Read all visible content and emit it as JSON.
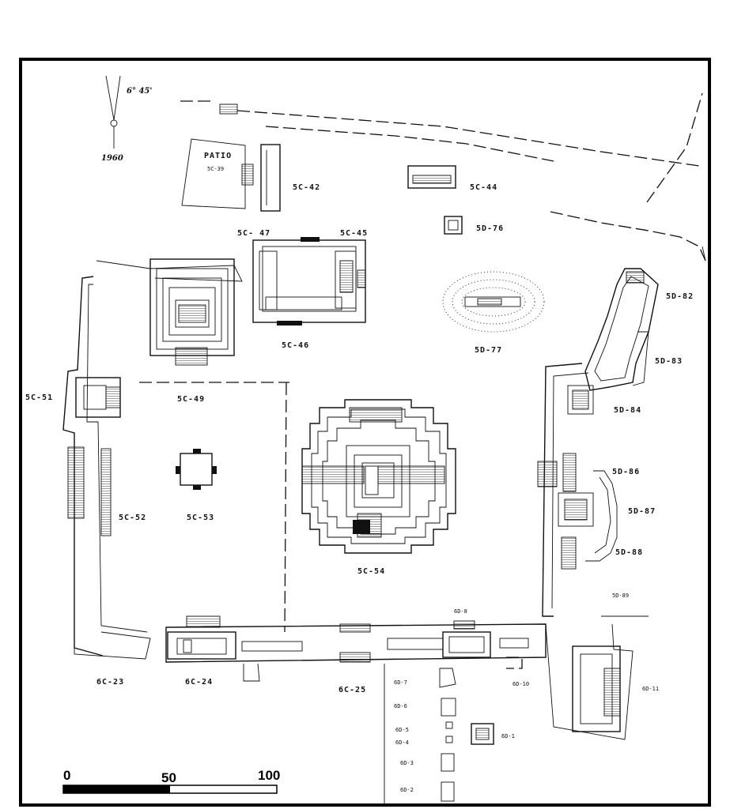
{
  "map": {
    "north_arrow": {
      "declination": "6° 45'",
      "year": "1960"
    },
    "scale_bar": {
      "tick_0": "0",
      "tick_50": "50",
      "tick_100": "100"
    },
    "labels": {
      "patio": "PATIO",
      "s5c39": "5C-39",
      "s5c42": "5C-42",
      "s5c44": "5C-44",
      "s5d76": "5D-76",
      "s5c47": "5C- 47",
      "s5c45": "5C-45",
      "s5d77": "5D-77",
      "s5c46": "5C-46",
      "s5d82": "5D-82",
      "s5d83": "5D-83",
      "s5c51": "5C-51",
      "s5c49": "5C-49",
      "s5d84": "5D-84",
      "s5d86": "5D-86",
      "s5d87": "5D-87",
      "s5d88": "5D-88",
      "s5d89": "5D-89",
      "s5c52": "5C-52",
      "s5c53": "5C-53",
      "s5c54": "5C-54",
      "s6d8": "6D-8",
      "s6c23": "6C-23",
      "s6c24": "6C-24",
      "s6c25": "6C-25",
      "s6d7": "6D-7",
      "s6d6": "6D-6",
      "s6d5": "6D-5",
      "s6d4": "6D-4",
      "s6d3": "6D-3",
      "s6d2": "6D-2",
      "s6d1": "6D-1",
      "s6d10": "6D-10",
      "s6d11": "6D-11"
    }
  }
}
